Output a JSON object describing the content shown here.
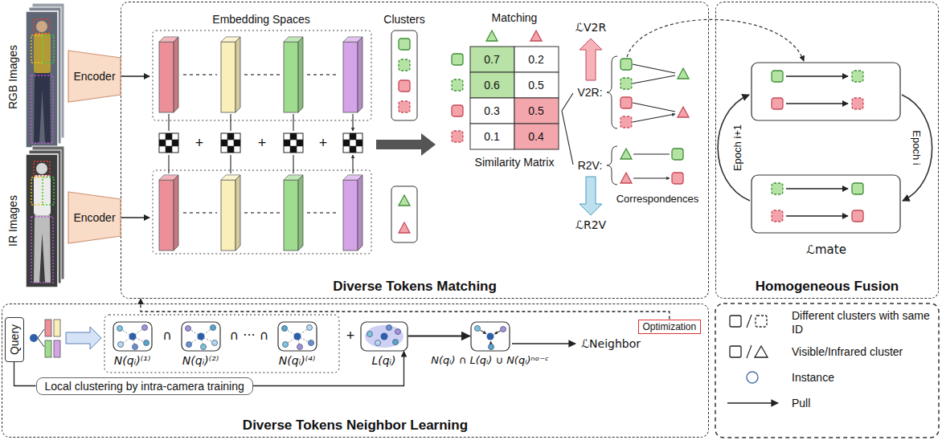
{
  "diagram": {
    "nodes": [
      {
        "text": [
          "Diverse Tokens Matching"
        ]
      },
      {
        "text": [
          "Encoder"
        ]
      },
      {
        "text": [
          "Encoder"
        ]
      },
      {
        "text": [
          "Homogeneous Fusion"
        ]
      },
      {
        "text": [
          "Diverse Tokens Neighbor Learning"
        ]
      },
      {
        "text": [
          "Query"
        ],
        "in": 4
      },
      {
        "text": [
          "N(qᵢ)⁽¹⁾"
        ],
        "in": 4
      },
      {
        "text": [
          "N(qᵢ)⁽²⁾"
        ],
        "in": 4
      },
      {
        "text": [
          "N(qᵢ)⁽⁴⁾"
        ],
        "in": 4
      },
      {
        "text": [
          "L(qᵢ)"
        ],
        "in": 4
      },
      {
        "text": [
          "N(qᵢ) ∩ L(qᵢ) ∪ N(qᵢ)ⁿᵒ⁻ᶜ"
        ],
        "in": 4
      },
      {
        "text": [
          "Optimization"
        ],
        "in": 4
      },
      {
        "text": [
          "Local clustering by intra-camera training"
        ],
        "in": 4
      }
    ],
    "edges": [
      {
        "from": 5,
        "to": 12,
        "arrow": "none"
      },
      {
        "from": 12,
        "to": 9,
        "arrow": "to"
      },
      {
        "from": 11,
        "to": 0,
        "arrow": "to"
      },
      {
        "from": 9,
        "to": 10,
        "arrow": "to"
      }
    ],
    "labels": [
      "RGB Images",
      "IR Images",
      "Embedding Spaces",
      "Clusters",
      "+",
      "+",
      "+",
      "Matching",
      "0.7",
      "0.2",
      "0.6",
      "0.5",
      "0.3",
      "0.5",
      "0.1",
      "0.4",
      "Similarity Matrix",
      "ℒV2R",
      "V2R:",
      "R2V:",
      "Correspondences",
      "ℒR2V",
      "Epoch i+1",
      "Epoch i",
      "ℒmate",
      "∩",
      "∩ ··· ∩",
      "+",
      "ℒNeighbor"
    ],
    "legend": [
      {
        "text": "Different clusters with same ID"
      },
      {
        "text": "Visible/Infrared cluster"
      },
      {
        "text": "Instance"
      },
      {
        "text": "Pull"
      }
    ]
  }
}
